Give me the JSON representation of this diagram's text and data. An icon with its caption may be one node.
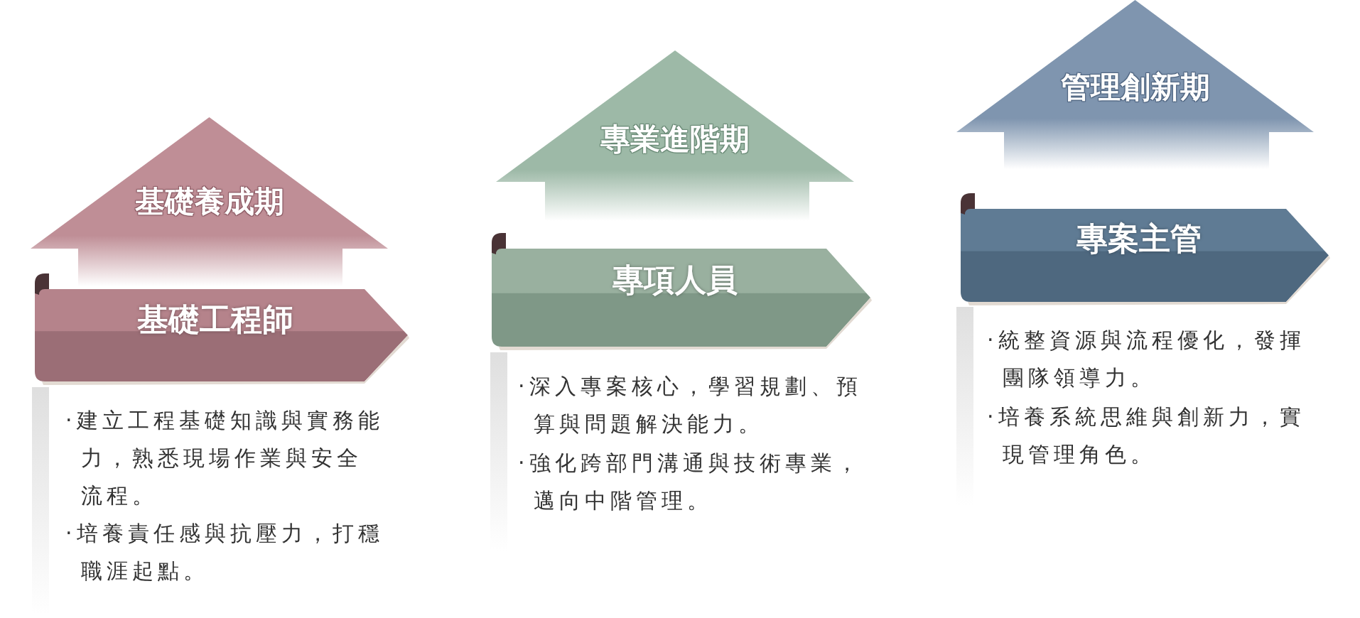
{
  "diagram": {
    "nodes": [
      {
        "text": [
          "基礎養成期"
        ]
      },
      {
        "text": [
          "基礎工程師"
        ]
      },
      {
        "text": [
          "專業進階期"
        ]
      },
      {
        "text": [
          "專項人員"
        ]
      },
      {
        "text": [
          "管理創新期"
        ]
      },
      {
        "text": [
          "專案主管"
        ]
      }
    ],
    "labels": [
      "·建立工程基礎知識與實務能力，熟悉現場作業與安全流程。",
      "·培養責任感與抗壓力，打穩職涯起點。",
      "·深入專案核心，學習規劃、預算與問題解決能力。",
      "·強化跨部門溝通與技術專業，邁向中階管理。",
      "·統整資源與流程優化，發揮團隊領導力。",
      "·培養系統思維與創新力，實現管理角色。"
    ]
  }
}
